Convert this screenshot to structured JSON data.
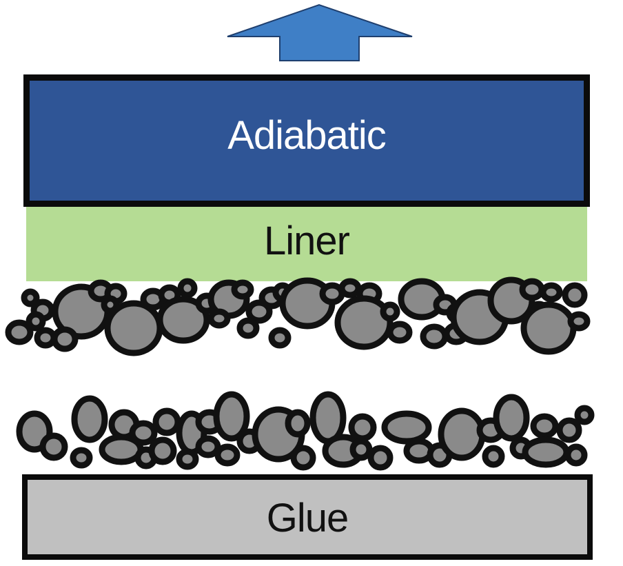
{
  "colors": {
    "arrow": "#3f7fc6",
    "adiabatic": "#2f5596",
    "liner": "#b5dc94",
    "glue": "#c0c0c0",
    "particle_fill": "#8a8a8a",
    "particle_stroke": "#111111"
  },
  "layers": {
    "adiabatic": {
      "label": "Adiabatic"
    },
    "liner": {
      "label": "Liner"
    },
    "glue": {
      "label": "Glue"
    }
  },
  "icons": {
    "arrow": "up-arrow-icon",
    "particle": "particle-icon"
  }
}
